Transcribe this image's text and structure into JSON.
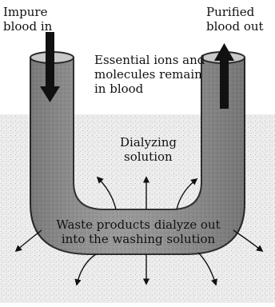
{
  "labels": {
    "impure_in_line1": "Impure",
    "impure_in_line2": "blood in",
    "purified_out_line1": "Purified",
    "purified_out_line2": "blood out",
    "ions_line1": "Essential ions and",
    "ions_line2": "molecules remain",
    "ions_line3": "in blood",
    "dialyzing_line1": "Dialyzing",
    "dialyzing_line2": "solution",
    "waste_line1": "Waste products dialyze out",
    "waste_line2": "into the washing solution"
  },
  "colors": {
    "tube_fill": "#8f8f8f",
    "tube_edge": "#2a2a2a",
    "tube_inner": "#c9c9c9",
    "solution_bg": "#ececec",
    "arrow": "#111111",
    "text": "#111111"
  }
}
